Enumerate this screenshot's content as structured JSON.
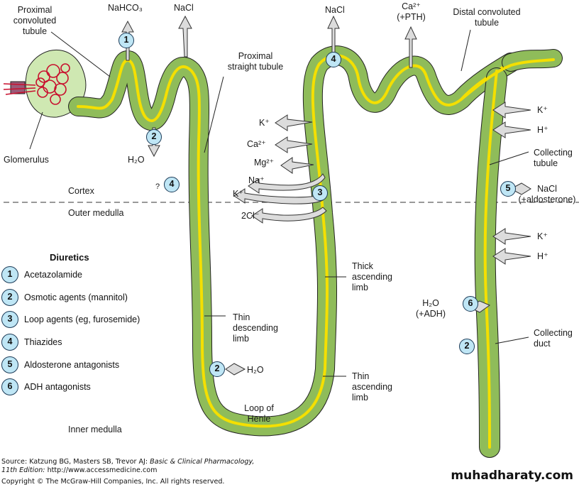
{
  "colors": {
    "tubule": "#8fbc5a",
    "lumen": "#f4df00",
    "capsule": "#cfe8b2",
    "glomerulus": "#c8102e",
    "badge": "#bfe6f5",
    "arrow": "#dcdcdc"
  },
  "labels": {
    "proximal_convoluted": [
      "Proximal",
      "convoluted",
      "tubule"
    ],
    "glomerulus": "Glomerulus",
    "proximal_straight": [
      "Proximal",
      "straight tubule"
    ],
    "distal_convoluted": [
      "Distal convoluted",
      "tubule"
    ],
    "collecting_tubule": [
      "Collecting",
      "tubule"
    ],
    "collecting_duct": [
      "Collecting",
      "duct"
    ],
    "thick_ascending": [
      "Thick",
      "ascending",
      "limb"
    ],
    "thin_descending": [
      "Thin",
      "descending",
      "limb"
    ],
    "thin_ascending": [
      "Thin",
      "ascending",
      "limb"
    ],
    "loop_of_henle": [
      "Loop of",
      "Henle"
    ],
    "cortex": "Cortex",
    "outer_medulla": "Outer medulla",
    "inner_medulla": "Inner medulla",
    "question_mark": "?"
  },
  "solutes": {
    "nahco3": "NaHCO₃",
    "nacl_pct": "NaCl",
    "h2o_pct": "H₂O",
    "nacl_dct": "NaCl",
    "ca_dct": "Ca²⁺",
    "pth": "(+PTH)",
    "k_tal": "K⁺",
    "ca_tal": "Ca²⁺",
    "mg_tal": "Mg²⁺",
    "na_tal": "Na⁺",
    "k2_tal": "K⁺",
    "cl_tal": "2Cl⁻",
    "h2o_thin": "H₂O",
    "k_ct1": "K⁺",
    "h_ct1": "H⁺",
    "nacl_ct": "NaCl",
    "aldosterone": "(+aldosterone)",
    "k_ct2": "K⁺",
    "h_ct2": "H⁺",
    "h2o_cd": "H₂O",
    "adh": "(+ADH)"
  },
  "badges": {
    "pct_1": "1",
    "pct_2": "2",
    "cortex_4": "4",
    "dct_4": "4",
    "tal_3": "3",
    "ct_5": "5",
    "cd_6": "6",
    "cd_2": "2",
    "thin_2": "2"
  },
  "legend": {
    "title": "Diuretics",
    "items": [
      {
        "num": "1",
        "label": "Acetazolamide"
      },
      {
        "num": "2",
        "label": "Osmotic agents (mannitol)"
      },
      {
        "num": "3",
        "label": "Loop agents (eg, furosemide)"
      },
      {
        "num": "4",
        "label": "Thiazides"
      },
      {
        "num": "5",
        "label": "Aldosterone antagonists"
      },
      {
        "num": "6",
        "label": "ADH antagonists"
      }
    ]
  },
  "footer": {
    "source_prefix": "Source: Katzung BG, Masters SB, Trevor AJ: ",
    "source_title": "Basic & Clinical Pharmacology,",
    "edition": "11th Edition:",
    "url": " http://www.accessmedicine.com",
    "copyright": "Copyright © The McGraw-Hill Companies, Inc. All rights reserved.",
    "watermark": "muhadharaty.com"
  }
}
